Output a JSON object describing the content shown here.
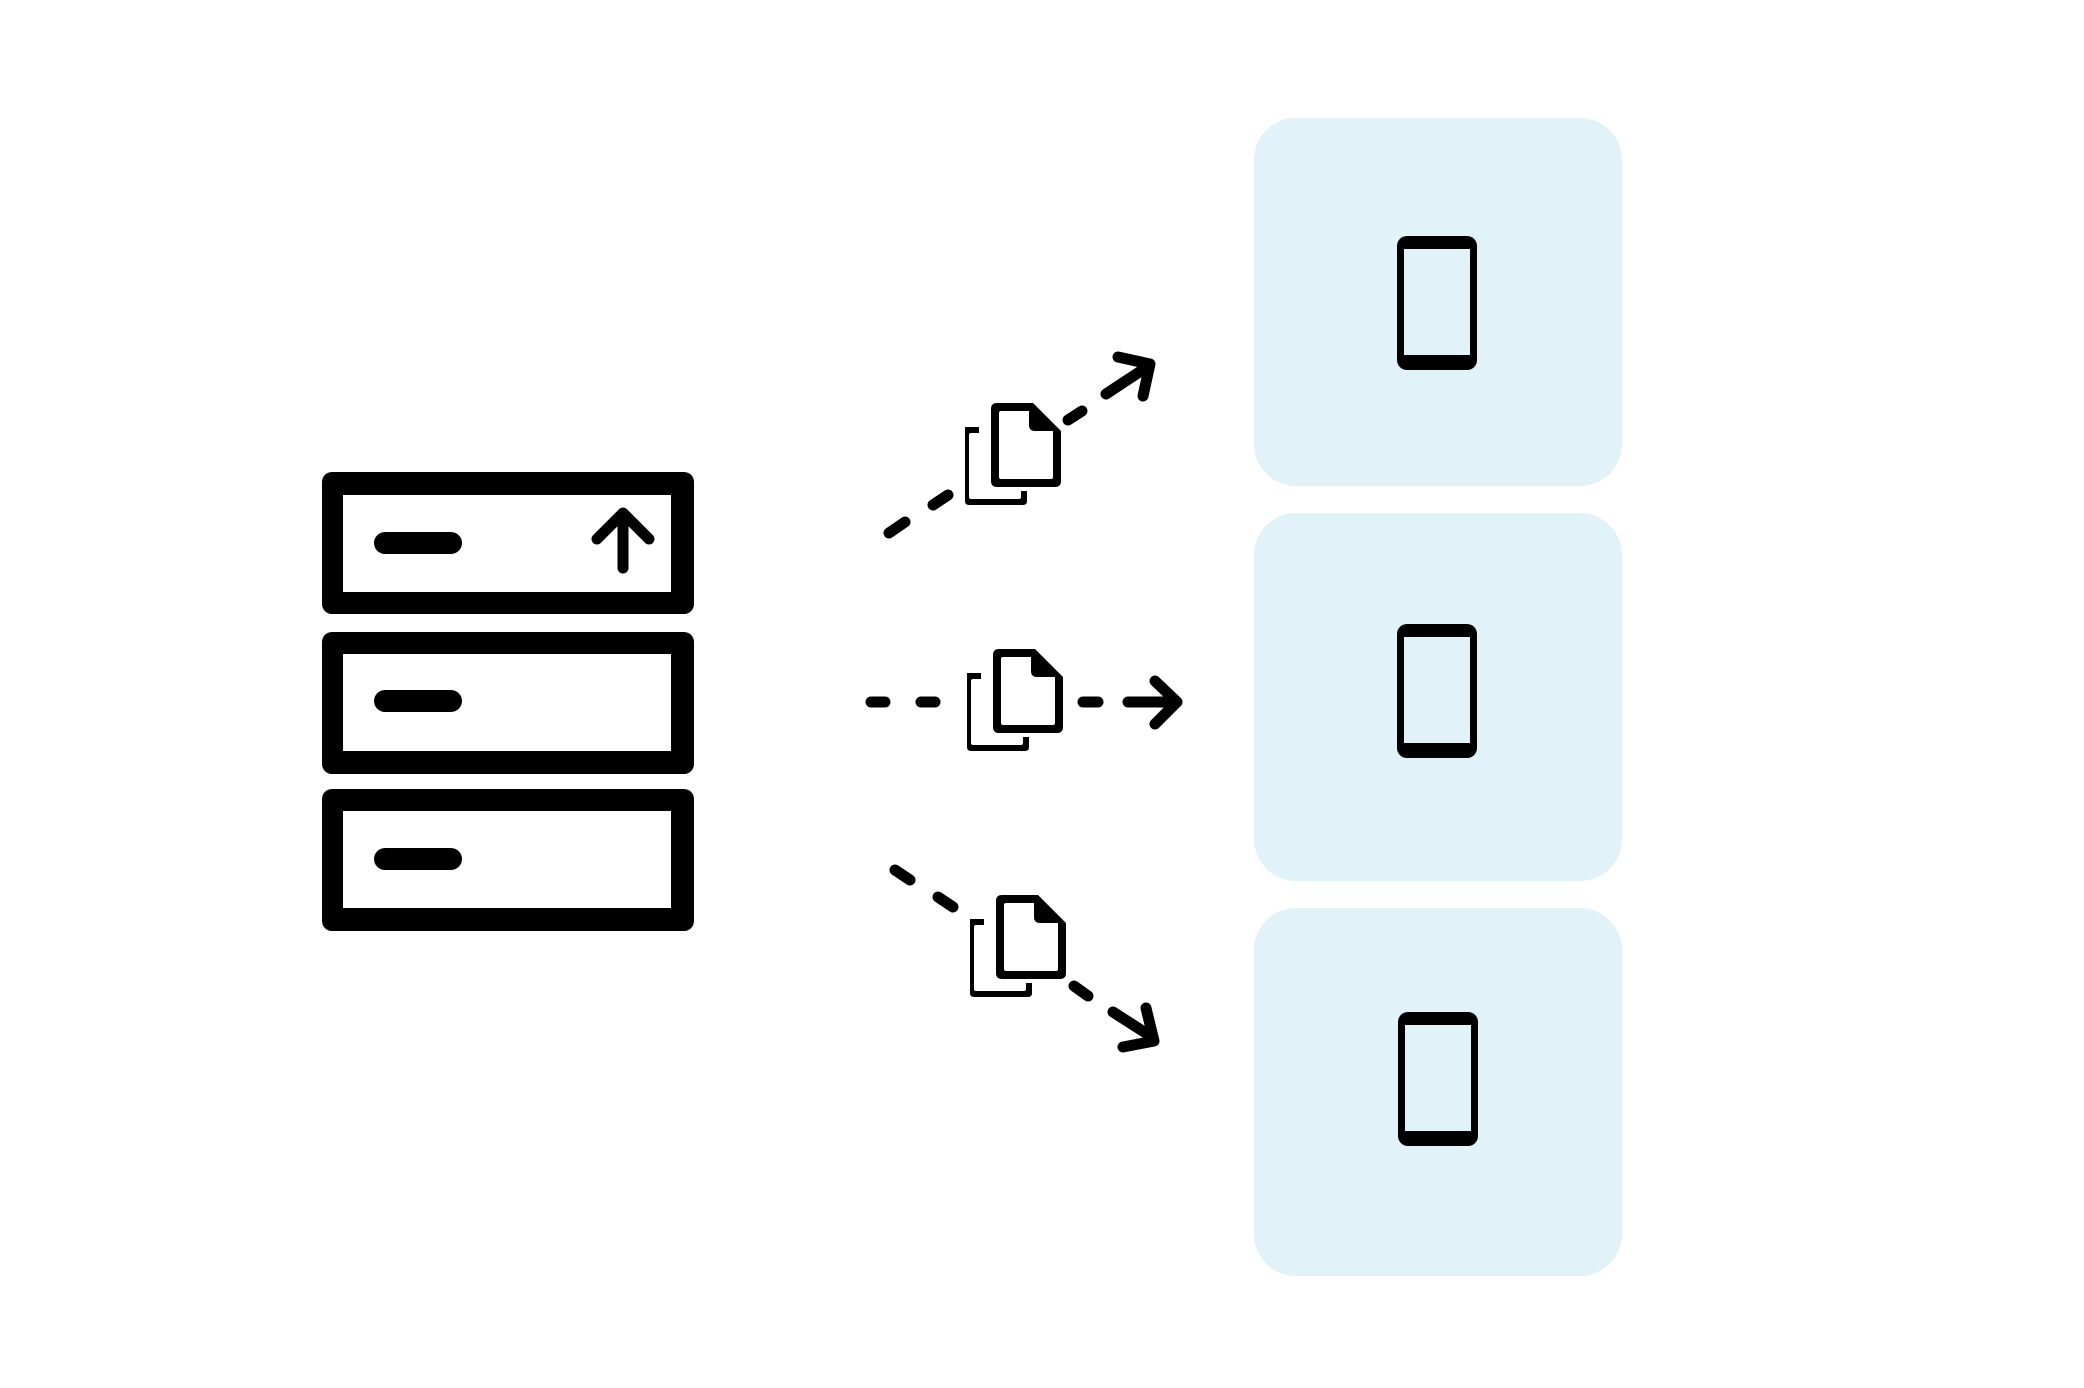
{
  "diagram": {
    "server": {
      "icon": "server-rack-icon",
      "units": [
        {
          "name": "server-unit-1",
          "indicator": "upload-arrow-icon"
        },
        {
          "name": "server-unit-2",
          "indicator": ""
        },
        {
          "name": "server-unit-3",
          "indicator": ""
        }
      ]
    },
    "connections": [
      {
        "name": "transfer-to-device-1",
        "icon": "copy-files-icon",
        "direction": "up-right"
      },
      {
        "name": "transfer-to-device-2",
        "icon": "copy-files-icon",
        "direction": "right"
      },
      {
        "name": "transfer-to-device-3",
        "icon": "copy-files-icon",
        "direction": "down-right"
      }
    ],
    "devices": [
      {
        "name": "device-1",
        "icon": "mobile-device-icon"
      },
      {
        "name": "device-2",
        "icon": "mobile-device-icon"
      },
      {
        "name": "device-3",
        "icon": "mobile-device-icon"
      }
    ]
  },
  "colors": {
    "stroke": "#000000",
    "card_background": "#e1f2f9",
    "page_background": "#ffffff"
  }
}
